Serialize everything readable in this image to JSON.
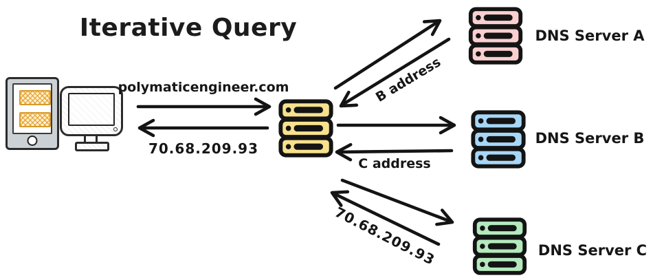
{
  "title": "Iterative Query",
  "flow": {
    "query_to_resolver": "polymaticengineer.com",
    "response_to_client": "70.68.209.93",
    "response_from_server_a": "B address",
    "response_from_server_b": "C address",
    "response_from_server_c": "70.68.209.93"
  },
  "servers": {
    "resolver": {
      "color": "#f7e18d"
    },
    "a": {
      "label": "DNS Server A",
      "color": "#f9cfd0"
    },
    "b": {
      "label": "DNS Server B",
      "color": "#a7d6f7"
    },
    "c": {
      "label": "DNS Server C",
      "color": "#b4e9bd"
    }
  },
  "colors": {
    "stroke": "#141414",
    "tablet_frame": "#ccd1d5",
    "hatch_accent": "#e89c28"
  },
  "icons": {
    "client_1": "tablet-icon",
    "client_2": "monitor-icon",
    "resolver": "server-rack-icon",
    "dns_a": "server-rack-icon",
    "dns_b": "server-rack-icon",
    "dns_c": "server-rack-icon"
  }
}
